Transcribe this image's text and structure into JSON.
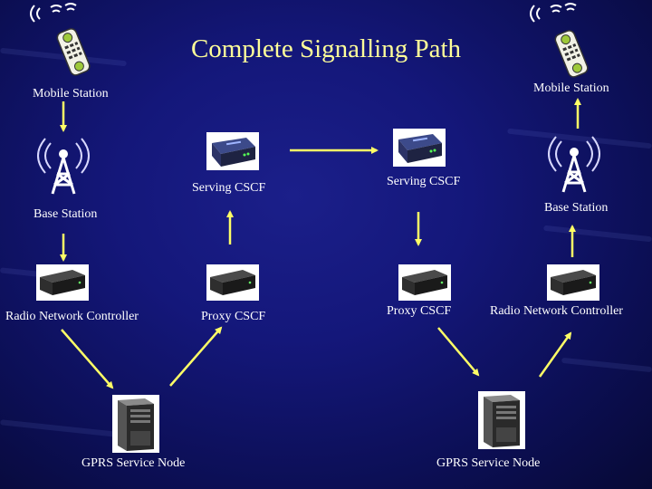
{
  "title": "Complete Signalling Path",
  "labels": {
    "ms_left": "Mobile Station",
    "ms_right": "Mobile Station",
    "scscf_left": "Serving CSCF",
    "scscf_right": "Serving CSCF",
    "bs_left": "Base Station",
    "bs_right": "Base Station",
    "rnc_left": "Radio Network Controller",
    "rnc_right": "Radio Network Controller",
    "pcscf_left": "Proxy CSCF",
    "pcscf_right": "Proxy CSCF",
    "gprs_left": "GPRS Service Node",
    "gprs_right": "GPRS Service Node"
  },
  "colors": {
    "title": "#ffff99",
    "arrow": "#ffff66",
    "text": "#ffffff"
  },
  "icons": [
    "signal-waves-icon",
    "mobile-phone-icon",
    "antenna-tower-icon",
    "router-icon",
    "network-switch-icon",
    "server-icon"
  ]
}
